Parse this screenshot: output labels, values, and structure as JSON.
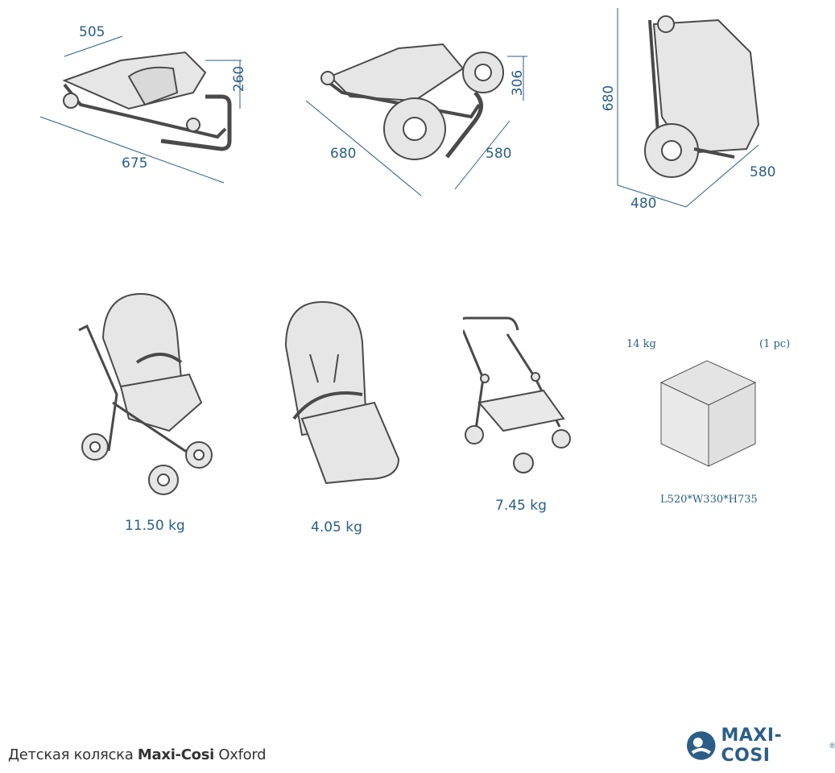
{
  "dimensions": {
    "folded_1": {
      "width": "505",
      "height": "260",
      "length": "675"
    },
    "folded_2": {
      "length": "680",
      "depth": "580",
      "height": "306"
    },
    "folded_3": {
      "height": "680",
      "width": "480",
      "depth": "580"
    }
  },
  "weights": {
    "stroller_full": "11.50 kg",
    "seat_unit": "4.05 kg",
    "chassis": "7.45 kg"
  },
  "package": {
    "weight": "14 kg",
    "count": "(1 pc)",
    "size": "L520*W330*H735"
  },
  "caption": {
    "prefix": "Детская коляска ",
    "brand": "Maxi-Cosi",
    "model": " Oxford"
  },
  "logo": {
    "text": "MAXI-COSI",
    "reg": "®"
  },
  "colors": {
    "accent": "#2b5e86",
    "line": "#555555",
    "fill": "#e9e9e9"
  }
}
